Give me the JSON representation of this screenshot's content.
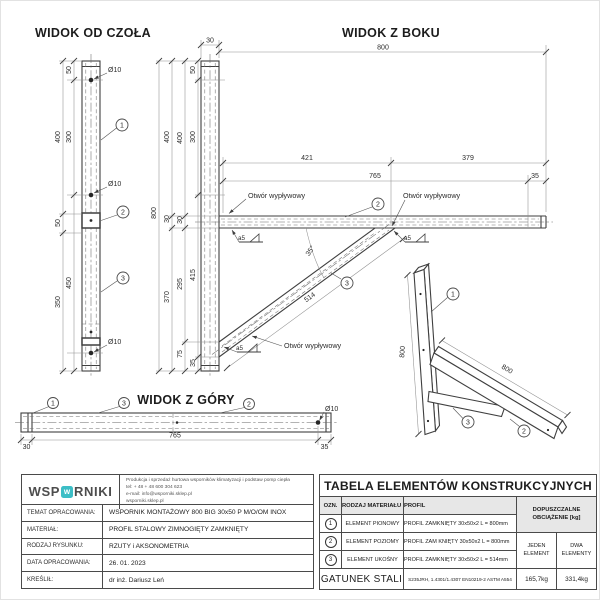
{
  "drawing": {
    "front_view": {
      "title": "WIDOK OD CZOŁA"
    },
    "side_view": {
      "title": "WIDOK Z BOKU"
    },
    "top_view": {
      "title": "WIDOK Z GÓRY"
    },
    "labels": {
      "hole_dia": "Ø10",
      "weld": "a5",
      "weep_hole": "Otwór wypływowy",
      "angle": "35°",
      "part1": "1",
      "part2": "2",
      "part3": "3"
    },
    "dims": {
      "d30": "30",
      "d35": "35",
      "d50": "50",
      "d75": "75",
      "d295": "295",
      "d300": "300",
      "d350": "350",
      "d370": "370",
      "d379": "379",
      "d400": "400",
      "d415": "415",
      "d421": "421",
      "d450": "450",
      "d514": "514",
      "d765": "765",
      "d800": "800"
    }
  },
  "title_block": {
    "logo_prefix": "WSP",
    "logo_icon": "w",
    "logo_suffix": "RNIKI",
    "company_lines": [
      "Produkcja i sprzedaż hurtowa wsporników klimatyzacji i podstaw pomp ciepła",
      "tel: + 48 + 48 600 304 623",
      "e-mail: info@wsporniki.sklep.pl",
      "wsporniki.sklep.pl"
    ],
    "rows": [
      {
        "label": "TEMAT OPRACOWANIA:",
        "value": "WSPORNIK MONTAŻOWY 800 BIG 30x50 P M/O/OM INOX"
      },
      {
        "label": "MATERIAŁ:",
        "value": "PROFIL STALOWY ZIMNOGIĘTY ZAMKNIĘTY"
      },
      {
        "label": "RODZAJ RYSUNKU:",
        "value": "RZUTY i AKSONOMETRIA"
      },
      {
        "label": "DATA OPRACOWANIA:",
        "value": "26. 01. 2023"
      },
      {
        "label": "KREŚLIŁ:",
        "value": "dr inż. Dariusz Leń"
      }
    ]
  },
  "elements_table": {
    "title": "TABELA ELEMENTÓW KONSTRUKCYJNYCH",
    "headers": {
      "ozn": "OZN.",
      "material": "RODZAJ MATERIAŁU",
      "profile": "PROFIL",
      "load": "DOPUSZCZALNE OBCIĄŻENIE [kg]",
      "one": "JEDEN ELEMENT",
      "two": "DWA ELEMENTY"
    },
    "rows": [
      {
        "ozn": "1",
        "material": "ELEMENT PIONOWY",
        "profile": "PROFIL ZAMKNIĘTY 30x50x2 L = 800mm"
      },
      {
        "ozn": "2",
        "material": "ELEMENT POZIOMY",
        "profile": "PROFIL ZAM KNIĘTY 30x50x2 L = 800mm"
      },
      {
        "ozn": "3",
        "material": "ELEMENT UKOŚNY",
        "profile": "PROFIL ZAMKNIĘTY 30x50x2 L = 514mm"
      }
    ],
    "footer": {
      "label": "GATUNEK STALI",
      "steel": "S235JRH, 1.4301/1.4307  EN10219-2 ASTM A554",
      "one_kg": "165,7kg",
      "two_kg": "331,4kg"
    }
  },
  "colors": {
    "line": "#3f3f3f",
    "accent": "#3cbec6",
    "table_header_bg": "#e7e7e7"
  }
}
